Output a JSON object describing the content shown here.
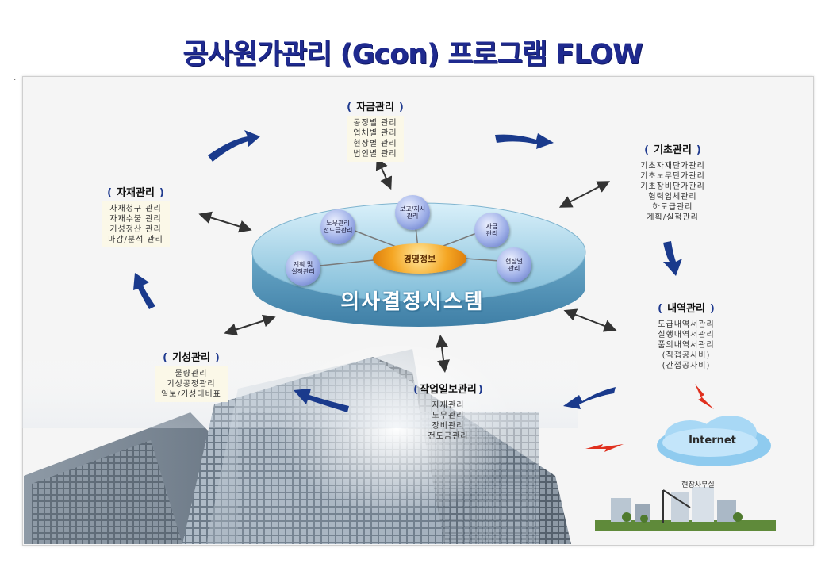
{
  "title": "공사원가관리 (Gcon) 프로그램 FLOW",
  "corner_mark": "ㆍ",
  "center": {
    "system_label": "의사결정시스템",
    "core_label": "경영정보",
    "nodes": [
      {
        "id": "report",
        "label": "보고/지시\n관리"
      },
      {
        "id": "funds",
        "label": "자금\n관리"
      },
      {
        "id": "site",
        "label": "현장별\n관리"
      },
      {
        "id": "plan",
        "label": "계획 및\n실적관리"
      },
      {
        "id": "labor",
        "label": "노무관리\n전도금관리"
      }
    ]
  },
  "modules": {
    "funds": {
      "heading": "자금관리",
      "items": [
        "공정별 관리",
        "업체별 관리",
        "현장별 관리",
        "법인별 관리"
      ]
    },
    "base": {
      "heading": "기초관리",
      "items": [
        "기초자재단가관리",
        "기초노무단가관리",
        "기초장비단가관리",
        "협력업체관리",
        "하도급관리",
        "계획/실적관리"
      ]
    },
    "material": {
      "heading": "자재관리",
      "items": [
        "자재청구 관리",
        "자재수불 관리",
        "기성정산 관리",
        "마감/분석 관리"
      ]
    },
    "detail": {
      "heading": "내역관리",
      "items": [
        "도급내역서관리",
        "실행내역서관리",
        "품의내역서관리",
        "(직접공사비)",
        "(간접공사비)"
      ]
    },
    "progress": {
      "heading": "기성관리",
      "items": [
        "물량관리",
        "기성공정관리",
        "일보/기성대비표"
      ]
    },
    "daily": {
      "heading": "작업일보관리",
      "items": [
        "자재관리",
        "노무관리",
        "장비관리",
        "전도금관리"
      ]
    }
  },
  "internet": {
    "label": "Internet",
    "site_office": "현장사무실"
  },
  "colors": {
    "title": "#1f2a8f",
    "bracket": "#1f3a8f",
    "arrow": "#1a3a8c",
    "disc": "#9fd0e6",
    "bolt": "#e0301e"
  }
}
